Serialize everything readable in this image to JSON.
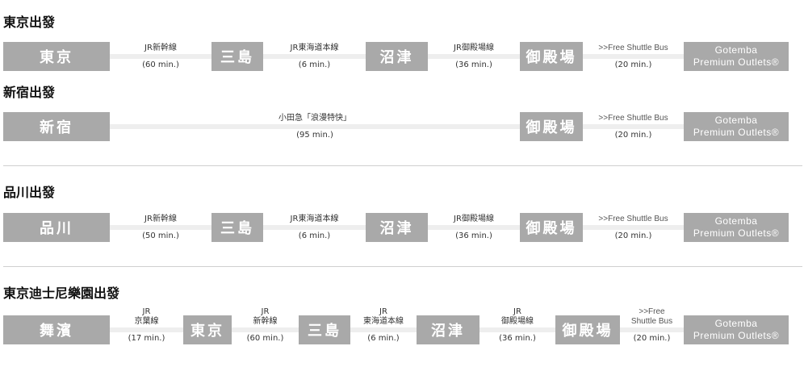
{
  "routes": [
    {
      "heading": "東京出發",
      "stations": [
        "東京",
        "三島",
        "沼津",
        "御殿場"
      ],
      "destination": {
        "line1": "Gotemba",
        "line2": "Premium Outlets®"
      },
      "segments": [
        {
          "route": "JR新幹線",
          "time": "(60 min.)"
        },
        {
          "route": "JR東海道本線",
          "time": "(6 min.)"
        },
        {
          "route": "JR御殿場線",
          "time": "(36 min.)"
        },
        {
          "route": ">>Free Shuttle Bus",
          "time": "(20 min.)"
        }
      ]
    },
    {
      "heading": "新宿出發",
      "stations": [
        "新宿",
        "御殿場"
      ],
      "destination": {
        "line1": "Gotemba",
        "line2": "Premium Outlets®"
      },
      "segments": [
        {
          "route": "小田急「浪漫特快」",
          "time": "(95 min.)"
        },
        {
          "route": ">>Free Shuttle Bus",
          "time": "(20 min.)"
        }
      ]
    },
    {
      "heading": "品川出發",
      "stations": [
        "品川",
        "三島",
        "沼津",
        "御殿場"
      ],
      "destination": {
        "line1": "Gotemba",
        "line2": "Premium Outlets®"
      },
      "segments": [
        {
          "route": "JR新幹線",
          "time": "(50 min.)"
        },
        {
          "route": "JR東海道本線",
          "time": "(6 min.)"
        },
        {
          "route": "JR御殿場線",
          "time": "(36 min.)"
        },
        {
          "route": ">>Free Shuttle Bus",
          "time": "(20 min.)"
        }
      ]
    },
    {
      "heading": "東京迪士尼樂園出發",
      "stations": [
        "舞濱",
        "東京",
        "三島",
        "沼津",
        "御殿場"
      ],
      "destination": {
        "line1": "Gotemba",
        "line2": "Premium Outlets®"
      },
      "segments": [
        {
          "route_line1": "JR",
          "route_line2": "京葉線",
          "time": "(17 min.)"
        },
        {
          "route_line1": "JR",
          "route_line2": "新幹線",
          "time": "(60 min.)"
        },
        {
          "route_line1": "JR",
          "route_line2": "東海道本線",
          "time": "(6 min.)"
        },
        {
          "route_line1": "JR",
          "route_line2": "御殿場線",
          "time": "(36 min.)"
        },
        {
          "route_line1": ">>Free",
          "route_line2": "Shuttle Bus",
          "time": "(20 min.)"
        }
      ]
    }
  ]
}
